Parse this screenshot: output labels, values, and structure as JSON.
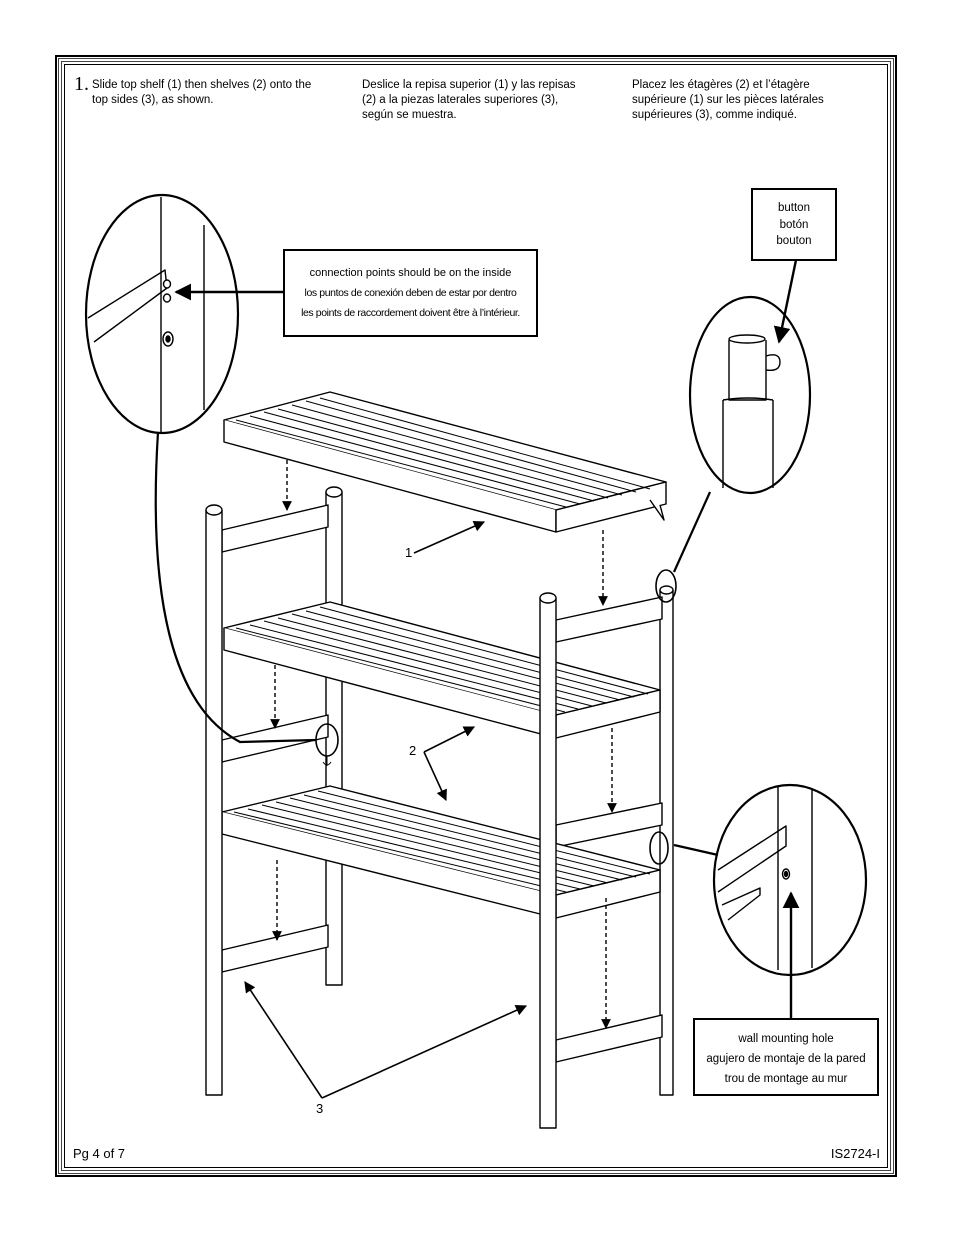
{
  "step": {
    "number": "1.",
    "en": [
      "Slide top shelf (1) then shelves (2) onto the",
      "top sides (3), as shown."
    ],
    "es": [
      "Deslice la repisa superior (1) y las repisas",
      "(2) a la piezas laterales superiores (3),",
      "según se muestra."
    ],
    "fr": [
      "Placez les étagères (2) et l’étagère",
      "supérieure (1) sur les pièces latérales",
      "supérieures (3), comme indiqué."
    ]
  },
  "callouts": {
    "connection": [
      "connection points should be on the inside",
      "los puntos de conexión deben de estar por dentro",
      "les points de raccordement doivent être à l’intérieur."
    ],
    "button": [
      "button",
      "botón",
      "bouton"
    ],
    "wall_hole": [
      "wall mounting hole",
      "agujero de montaje de la pared",
      "trou de montage au mur"
    ]
  },
  "part_numbers": {
    "top_shelf": "1",
    "shelves": "2",
    "sides": "3"
  },
  "footer": {
    "page": "Pg 4 of 7",
    "doc_id": "IS2724-I"
  }
}
